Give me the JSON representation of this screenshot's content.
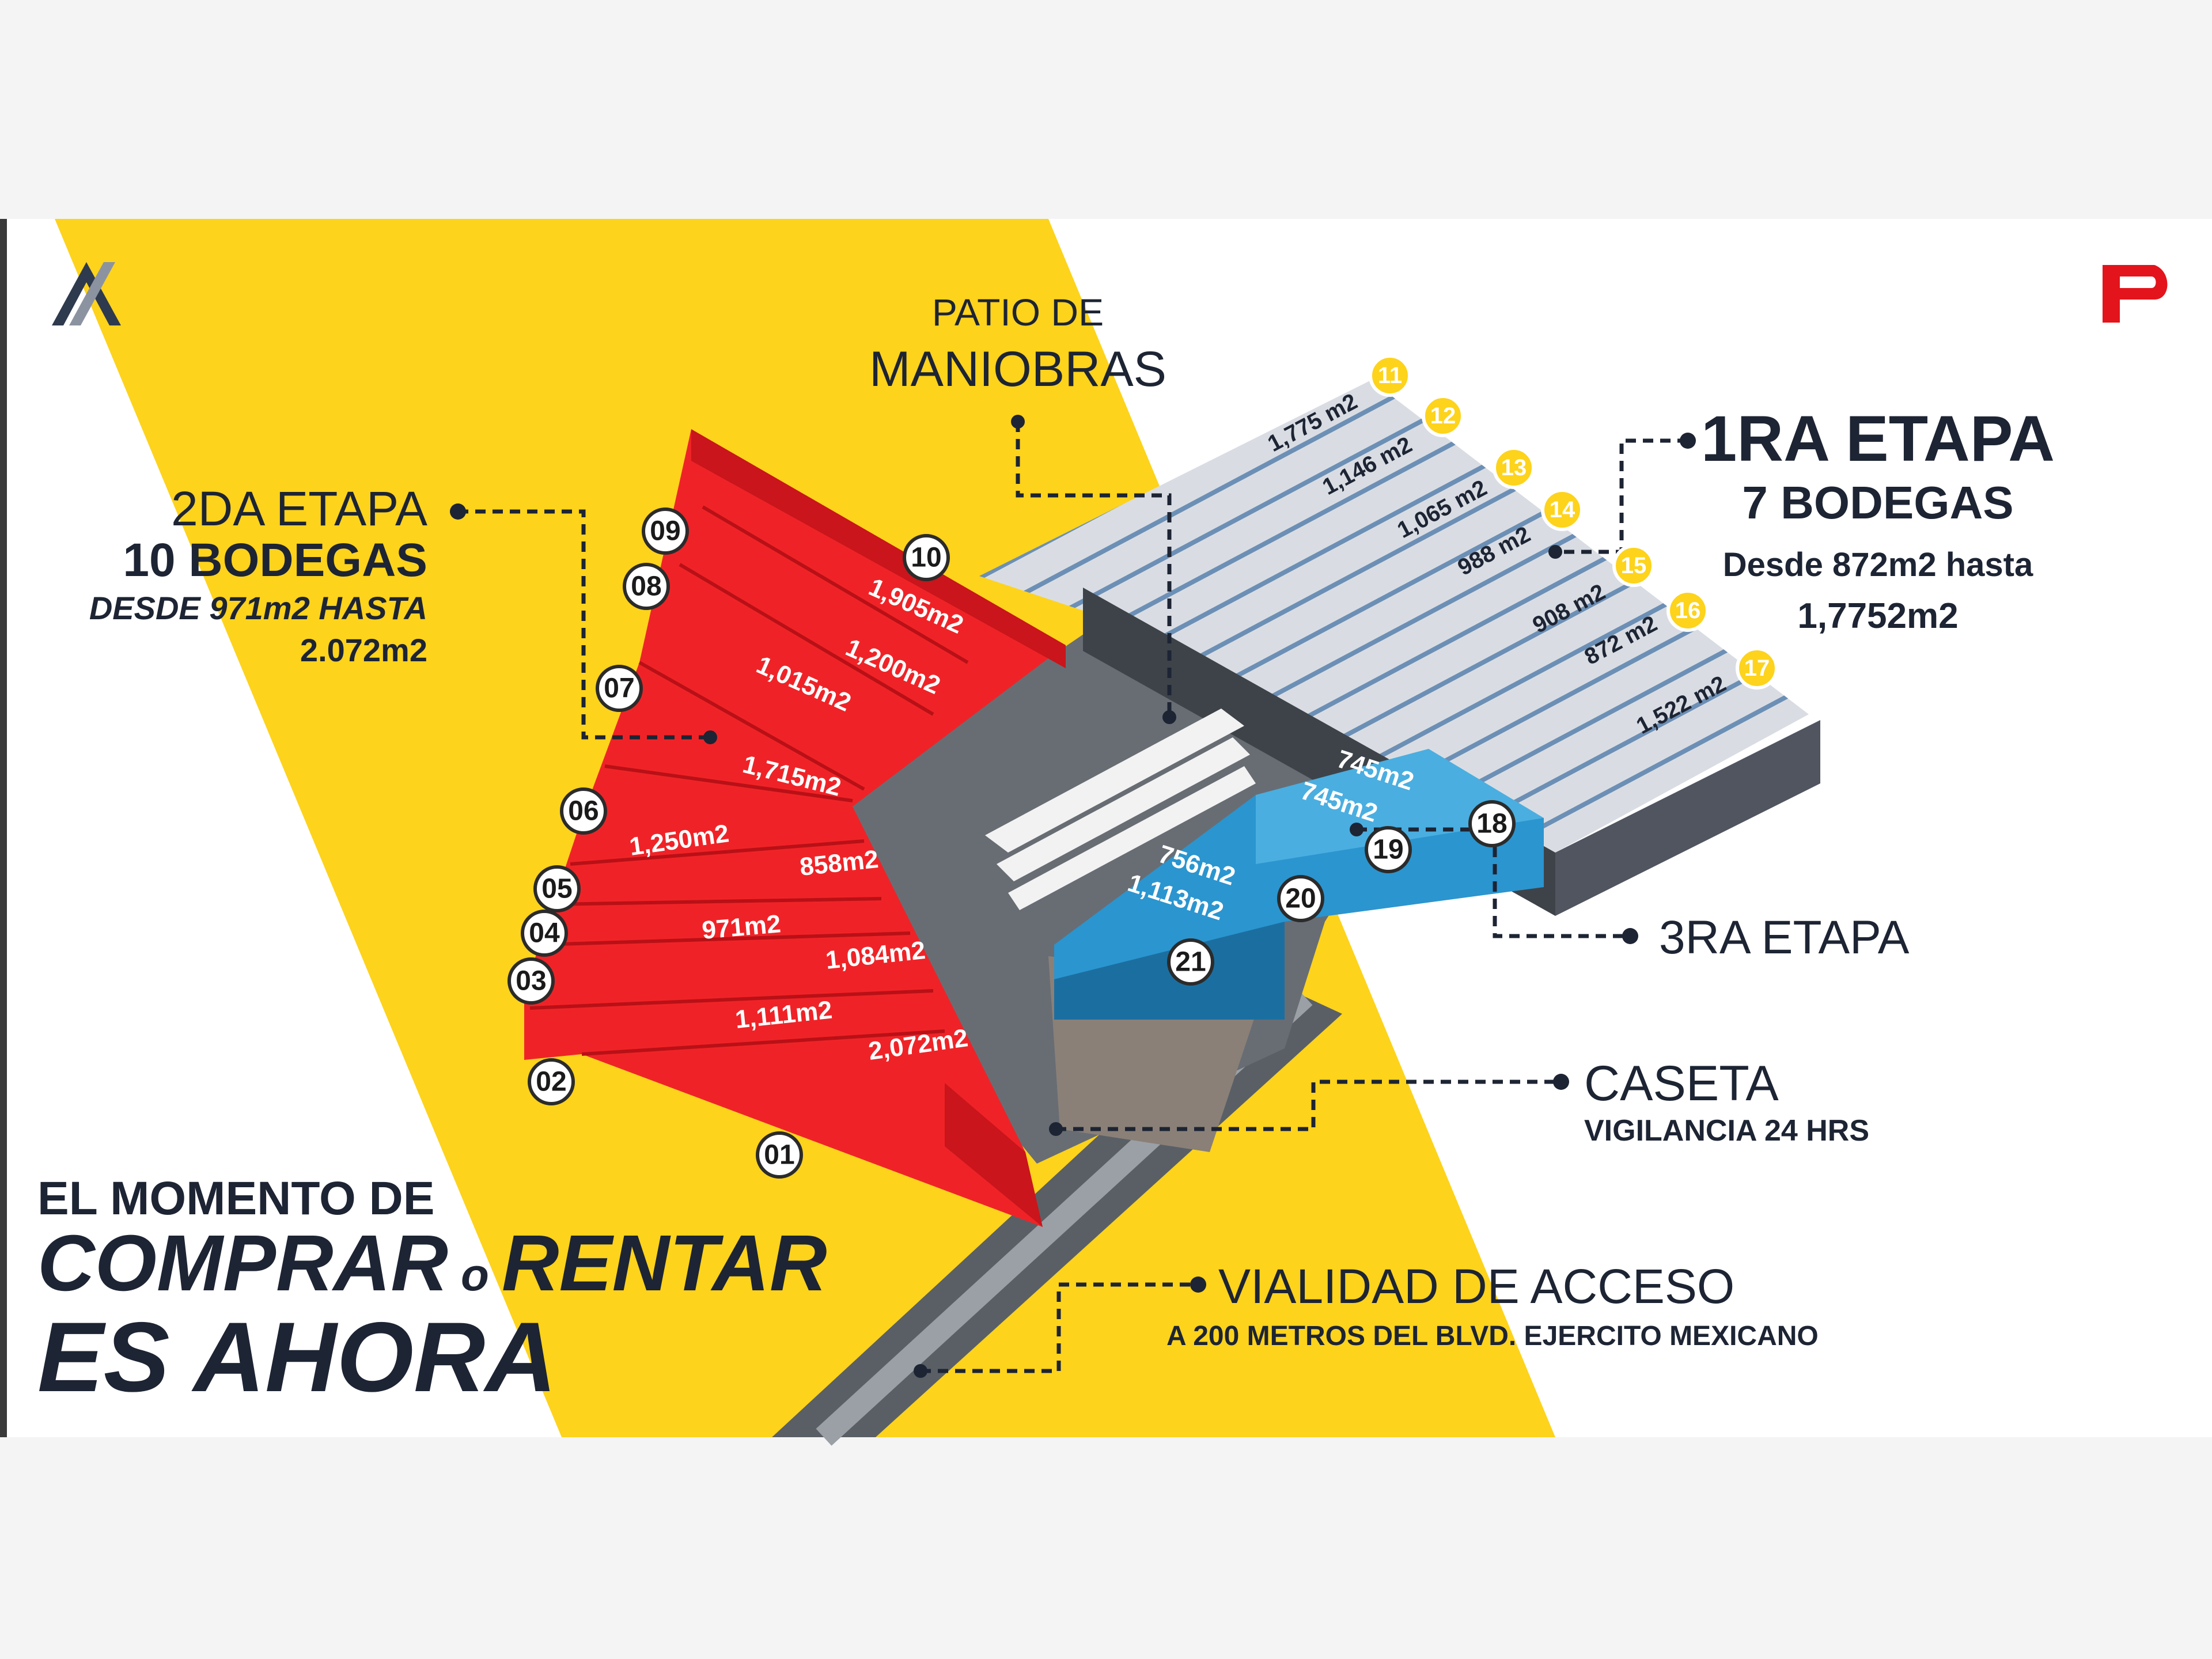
{
  "colors": {
    "yellow": "#fdd31c",
    "red": "#ef2327",
    "red_dark": "#c9151b",
    "blue": "#2b95cf",
    "blue_dark": "#1b6fa0",
    "navy_text": "#1d2433",
    "logo_red": "#e3141b"
  },
  "logos": {
    "left_icon": "triangle-logo-icon",
    "right_icon": "p-logo-icon"
  },
  "labels": {
    "patio_line1": "PATIO DE",
    "patio_line2": "MANIOBRAS",
    "stage2_title": "2DA ETAPA",
    "stage2_count_num": "10",
    "stage2_count_word": "BODEGAS",
    "stage2_range1": "DESDE 971m2 HASTA",
    "stage2_range2": "2.072m2",
    "stage1_title": "1RA ETAPA",
    "stage1_count": "7 BODEGAS",
    "stage1_range1": "Desde 872m2 hasta",
    "stage1_range2": "1,7752m2",
    "stage3_title": "3RA ETAPA",
    "caseta_title": "CASETA",
    "caseta_sub": "VIGILANCIA 24 HRS",
    "access_title": "VIALIDAD DE ACCESO",
    "access_sub": "A 200 METROS DEL BLVD. EJERCITO MEXICANO",
    "headline1": "EL MOMENTO DE",
    "headline2a": "COMPRAR",
    "headline2b": "o",
    "headline2c": "RENTAR",
    "headline3": "ES AHORA"
  },
  "stage2_lots": [
    {
      "number": "01"
    },
    {
      "number": "02"
    },
    {
      "number": "03"
    },
    {
      "number": "04"
    },
    {
      "number": "05"
    },
    {
      "number": "06"
    },
    {
      "number": "07"
    },
    {
      "number": "08"
    },
    {
      "number": "09"
    },
    {
      "number": "10"
    }
  ],
  "stage2_areas": [
    "2,072m2",
    "1,111m2",
    "1,084m2",
    "971m2",
    "858m2",
    "1,250m2",
    "1,715m2",
    "1,015m2",
    "1,200m2",
    "1,905m2"
  ],
  "stage1_lots": [
    {
      "number": "11",
      "area": "1,775 m2"
    },
    {
      "number": "12",
      "area": "1,146 m2"
    },
    {
      "number": "13",
      "area": "1,065 m2"
    },
    {
      "number": "14",
      "area": "988 m2"
    },
    {
      "number": "15",
      "area": "908 m2"
    },
    {
      "number": "16",
      "area": "872 m2"
    },
    {
      "number": "17",
      "area": "1,522 m2"
    }
  ],
  "stage3_lots": [
    {
      "number": "18"
    },
    {
      "number": "19"
    },
    {
      "number": "20"
    },
    {
      "number": "21"
    }
  ],
  "stage3_areas": [
    "745m2",
    "745m2",
    "756m2",
    "1,113m2"
  ]
}
